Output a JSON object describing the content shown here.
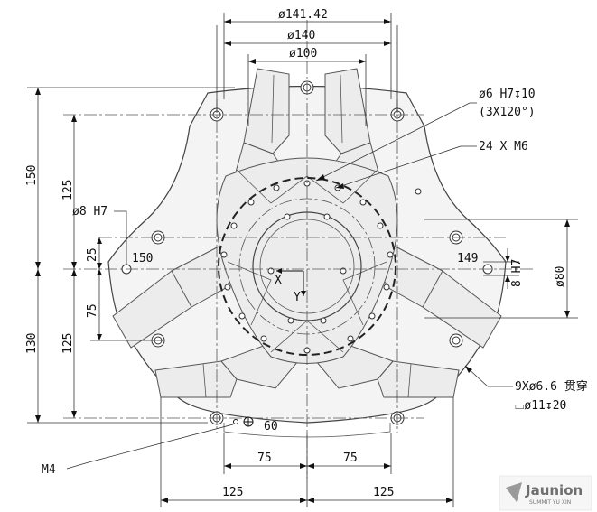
{
  "dimensions": {
    "d141": "ø141.42",
    "d140": "ø140",
    "d100": "ø100",
    "d80": "ø80",
    "left150": "150",
    "left125_top": "125",
    "left25": "25",
    "left75": "75",
    "left130": "130",
    "left125_bot": "125",
    "bottom75_left": "75",
    "bottom75_right": "75",
    "bottom125_left": "125",
    "bottom125_right": "125",
    "side150": "150",
    "side149": "149",
    "h7": "8 H7",
    "m6_60": "60"
  },
  "callouts": {
    "pin6": "ø6 H7↧10",
    "pin6_pattern": "(3X120°)",
    "m6": "24 X M6",
    "pin8": "ø8 H7",
    "holes": "9Xø6.6 贯穿",
    "counterbore": "⌴ø11↧20",
    "m4": "M4"
  },
  "axes": {
    "x": "X",
    "y": "Y"
  },
  "logo": {
    "name": "Jaunion",
    "sub": "SUMMIT YU XIN"
  }
}
